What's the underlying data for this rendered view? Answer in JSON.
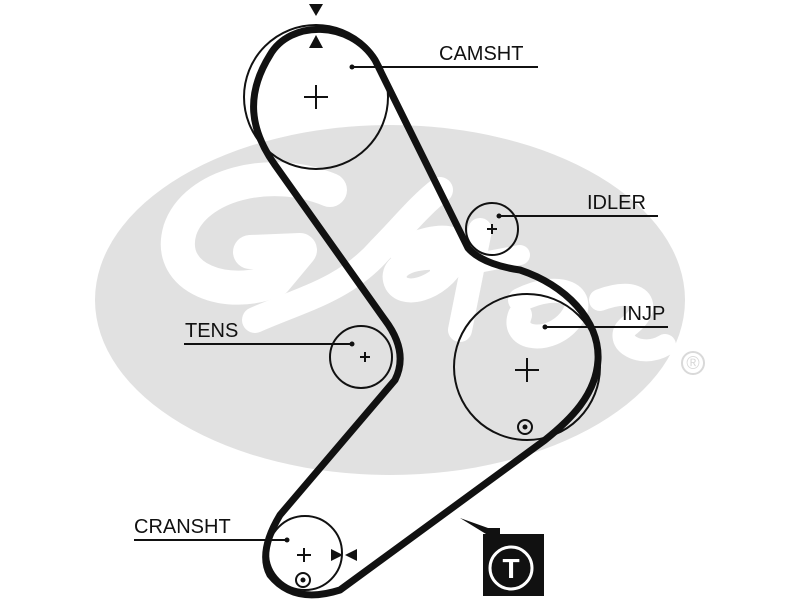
{
  "watermark": {
    "brand": "Gates",
    "registered_mark": "®",
    "color": "#e1e1e1"
  },
  "diagram": {
    "belt_color": "#111111",
    "labels": {
      "camshaft": "CAMSHT",
      "idler": "IDLER",
      "injection_pump": "INJP",
      "tensioner": "TENS",
      "crankshaft": "CRANSHT"
    },
    "tension_badge": "T"
  }
}
